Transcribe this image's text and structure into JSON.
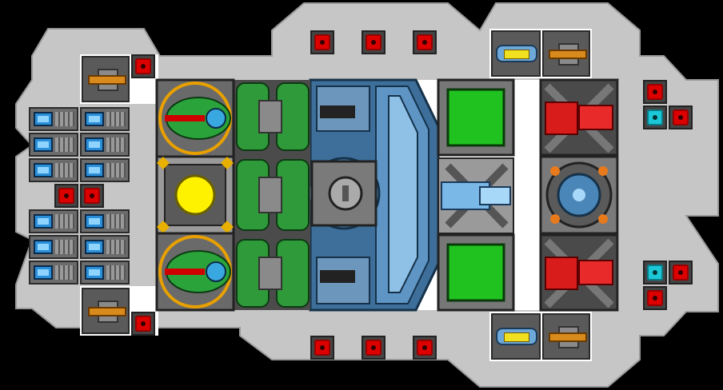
{
  "scene": {
    "type": "ship-layout",
    "background_color": "#000000",
    "hull_color": "#c8c8c8",
    "deck_color": "#ffffff"
  },
  "palette": {
    "red_node": "#dd0000",
    "cyan_node": "#1cc8d8",
    "green_module": "#1fc21f",
    "blue_core": "#2a6fa8",
    "yellow_light": "#fff200"
  },
  "modules": {
    "left_nodes": [
      "red-node",
      "red-node",
      "red-node",
      "red-node"
    ],
    "right_nodes": [
      "red-node",
      "cyan-node",
      "red-node",
      "cyan-node",
      "red-node",
      "red-node"
    ],
    "top_nodes": [
      "red-node",
      "red-node",
      "red-node"
    ],
    "bottom_nodes": [
      "red-node",
      "red-node",
      "red-node"
    ]
  }
}
